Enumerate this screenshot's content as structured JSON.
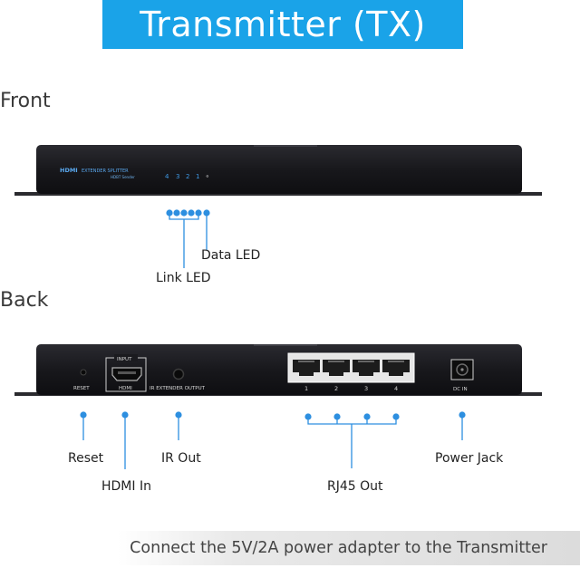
{
  "title": "Transmitter (TX)",
  "sections": {
    "front": "Front",
    "back": "Back"
  },
  "front_panel": {
    "logo": "HDMI",
    "product_line": "EXTENDER SPLITTER",
    "subline": "HDBT Sender",
    "led_numbers": [
      "4",
      "3",
      "2",
      "1"
    ],
    "data_led_symbol": "⚬"
  },
  "back_panel": {
    "reset_label": "RESET",
    "input_tag": "INPUT",
    "hdmi_port_label": "HDMI",
    "ir_label": "IR EXTENDER OUTPUT",
    "rj45_port_numbers": [
      "1",
      "2",
      "3",
      "4"
    ],
    "dc_label": "DC IN"
  },
  "callouts": {
    "data_led": "Data LED",
    "link_led": "Link LED",
    "reset": "Reset",
    "hdmi_in": "HDMI In",
    "ir_out": "IR Out",
    "rj45_out": "RJ45 Out",
    "power_jack": "Power Jack"
  },
  "footer": "Connect the 5V/2A power adapter to the Transmitter",
  "colors": {
    "accent": "#1aa3e8",
    "device": "#1b1b1f",
    "led_blue": "#2d8fe0"
  }
}
